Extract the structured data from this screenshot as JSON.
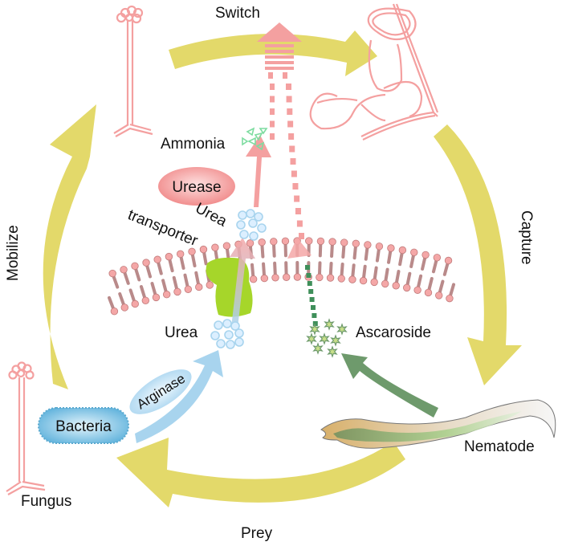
{
  "title": "Fungal nematode-trapping switch cycle",
  "cycle_labels": {
    "switch": "Switch",
    "capture": "Capture",
    "prey": "Prey",
    "mobilize": "Mobilize"
  },
  "organisms": {
    "fungus": "Fungus",
    "nematode": "Nematode",
    "bacteria": "Bacteria"
  },
  "molecules": {
    "ammonia": "Ammonia",
    "urea_top": "Urea",
    "urea_bottom": "Urea",
    "ascaroside": "Ascaroside"
  },
  "enzymes": {
    "urease": "Urease",
    "arginase": "Arginase",
    "transporter_line1": "Urea",
    "transporter_line2": "transporter"
  },
  "colors": {
    "cycle_arrow": "#e3d96a",
    "fungus": "#f4a0a0",
    "urease": "#f28c8c",
    "urea": "#a8d4ee",
    "bacteria": "#6bb8dc",
    "ammonia": "#7ddca0",
    "ascaroside": "#8db56a",
    "nematode_arrow": "#6e9a6c",
    "transporter": "#a6d62a",
    "lipid_head": "#f4a7a7",
    "lipid_tail": "#b98a8a"
  }
}
